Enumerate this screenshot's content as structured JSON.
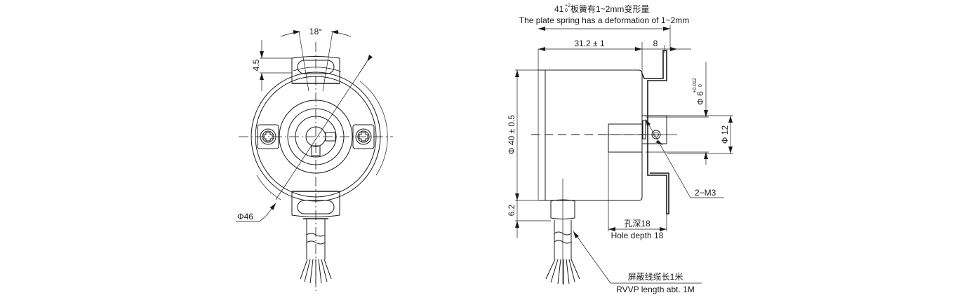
{
  "front_view": {
    "angle_label": "18°",
    "slot_height_label": "4.5",
    "diameter_label": "Φ46"
  },
  "side_view": {
    "title_cn": "板簧有1~2mm变形量",
    "title_prefix": "41",
    "title_tol_upper": "+2",
    "title_tol_lower": "0",
    "title_en": "The plate spring has a deformation of 1~2mm",
    "length_label": "31.2 ± 1",
    "bracket_label": "8",
    "body_diameter_label": "Φ 40 ± 0.5",
    "cable_offset_label": "6.2",
    "shaft_diameter_label": "Φ 6",
    "shaft_tol_upper": "+0.012",
    "shaft_tol_lower": "0",
    "hub_diameter_label": "Φ 12",
    "screw_label": "2−M3",
    "hole_depth_cn": "孔深18",
    "hole_depth_en": "Hole depth 18",
    "cable_cn": "屏蔽线缆长1米",
    "cable_en": "RVVP length abt. 1M"
  },
  "colors": {
    "line": "#1a1a1a",
    "background": "#ffffff"
  }
}
